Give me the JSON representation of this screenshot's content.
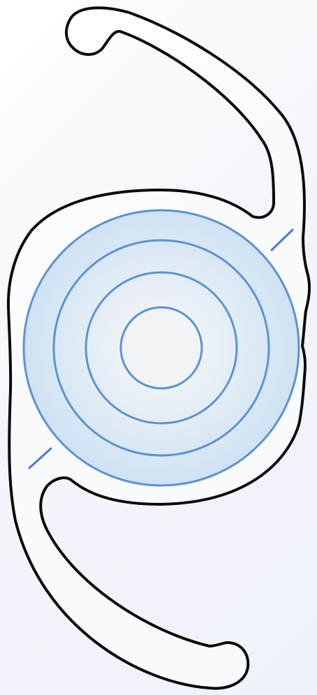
{
  "diagram": {
    "subject": "intraocular-lens",
    "colors": {
      "background": "#f4f7fc",
      "outline": "#0b0b0b",
      "ring_stroke": "#5b93d3",
      "optic_center": "#f3f3f3",
      "optic_edge": "#d1e3f4",
      "body_fill": "#ffffff"
    },
    "ring_count": 4,
    "position_mark_count": 2
  }
}
